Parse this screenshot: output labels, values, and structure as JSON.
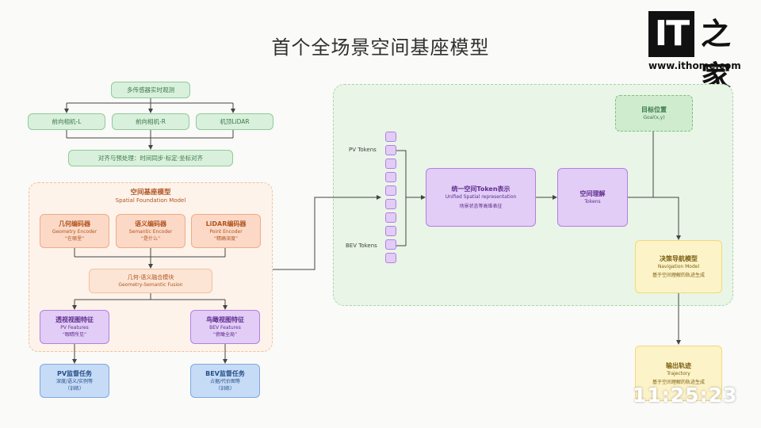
{
  "title": "首个全场景空间基座模型",
  "logo": {
    "brand": "IT",
    "brand_cn": "之家",
    "url": "www.ithome.com"
  },
  "sensors": {
    "realtime": "多传感器实时观测",
    "cam_left": "前向相机-L",
    "cam_right": "前向相机-R",
    "lidar": "机顶LiDAR",
    "align": "对齐与预处理：时间同步·标定·坐标对齐"
  },
  "foundation": {
    "title": "空间基座模型",
    "subtitle": "Spatial Foundation Model",
    "geo": {
      "title": "几何编码器",
      "en": "Geometry Encoder",
      "note": "“在哪里”"
    },
    "sem": {
      "title": "语义编码器",
      "en": "Semantic Encoder",
      "note": "“是什么”"
    },
    "lidar": {
      "title": "LiDAR编码器",
      "en": "Point Encoder",
      "note": "“精确深度”"
    },
    "fusion": {
      "title": "几何-语义融合模块",
      "en": "Geometry-Semantic Fusion"
    },
    "pv": {
      "title": "透视视图特征",
      "en": "PV Features",
      "note": "“眼睛所见”"
    },
    "bev": {
      "title": "鸟瞰视图特征",
      "en": "BEV Features",
      "note": "“俯瞰全局”"
    }
  },
  "tasks": {
    "pv": {
      "title": "PV监督任务",
      "line1": "深度/语义/实例等",
      "line2": "（训练）"
    },
    "bev": {
      "title": "BEV监督任务",
      "line1": "占据/代价图等",
      "line2": "（训练）"
    }
  },
  "tokens": {
    "pv_label": "PV Tokens",
    "bev_label": "BEV Tokens"
  },
  "unified": {
    "title": "统一空间Token表示",
    "en": "Unified Spatial representation",
    "note": "场景状态等高维表征"
  },
  "understanding": {
    "title": "空间理解",
    "en": "Tokens"
  },
  "goal": {
    "title": "目标位置",
    "en": "Goal(x,y)"
  },
  "navigation": {
    "title": "决策导航模型",
    "en": "Navigation Model",
    "note": "基于空间理解的轨迹生成"
  },
  "trajectory": {
    "title": "输出轨迹",
    "en": "Trajectory",
    "note": "基于空间理解的轨迹生成"
  },
  "timestamp": "11:25:23",
  "colors": {
    "green": "#8fcc99",
    "orange": "#f0ab86",
    "purple": "#b47ee3",
    "blue": "#7ea9e0",
    "yellow": "#f1da7a"
  }
}
